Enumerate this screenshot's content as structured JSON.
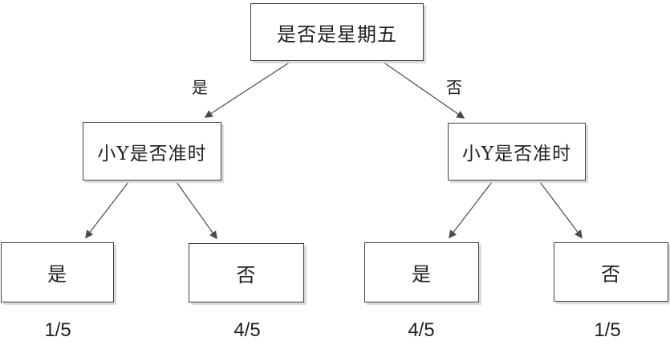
{
  "diagram": {
    "type": "decision-tree",
    "root": {
      "label": "是否是星期五"
    },
    "branches": [
      {
        "edge_label": "是",
        "node": {
          "label": "小Y是否准时"
        },
        "leaves": [
          {
            "label": "是",
            "probability": "1/5"
          },
          {
            "label": "否",
            "probability": "4/5"
          }
        ]
      },
      {
        "edge_label": "否",
        "node": {
          "label": "小Y是否准时"
        },
        "leaves": [
          {
            "label": "是",
            "probability": "4/5"
          },
          {
            "label": "否",
            "probability": "1/5"
          }
        ]
      }
    ],
    "colors": {
      "background": "#ffffff",
      "node_border": "#404040",
      "node_fill": "#ffffff",
      "node_shadow": "#d9d9d9",
      "text": "#1f1f1f",
      "arrow": "#4a4a4a"
    }
  }
}
